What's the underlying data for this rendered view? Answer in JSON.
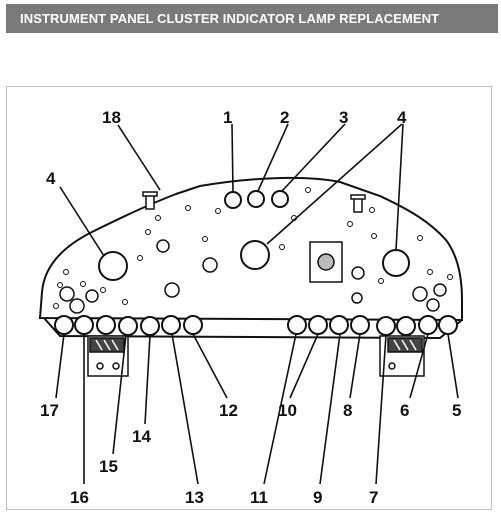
{
  "header": {
    "title": "INSTRUMENT PANEL CLUSTER INDICATOR LAMP REPLACEMENT",
    "background": "#7a7a7a",
    "text_color": "#ffffff"
  },
  "diagram": {
    "callouts": [
      "1",
      "2",
      "3",
      "4",
      "4",
      "18",
      "17",
      "16",
      "15",
      "14",
      "13",
      "12",
      "11",
      "10",
      "9",
      "8",
      "7",
      "6",
      "5"
    ]
  }
}
